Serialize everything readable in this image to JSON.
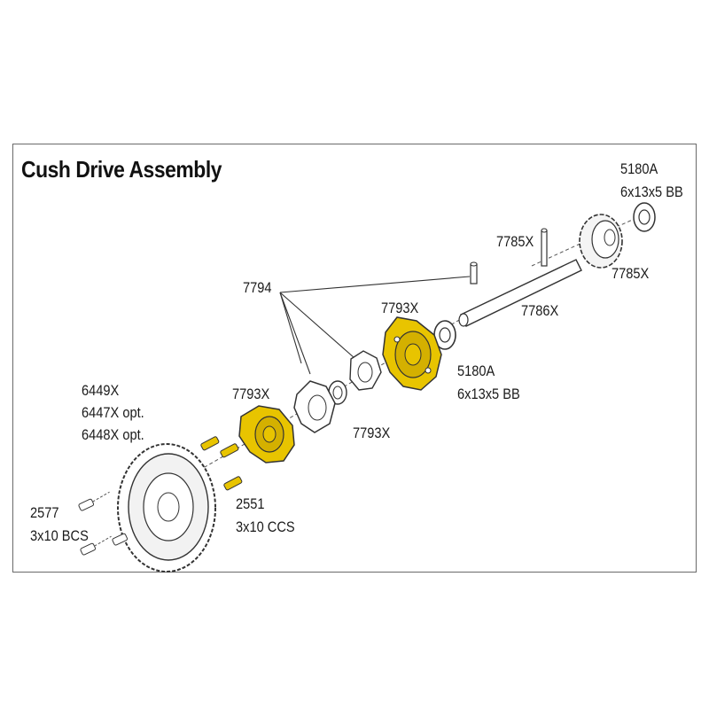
{
  "title": "Cush Drive Assembly",
  "colors": {
    "highlight": "#e8c400",
    "outline": "#333333",
    "frame": "#6a6a6a"
  },
  "labels": {
    "bearing_top_part": "5180A",
    "bearing_top_size": "6x13x5 BB",
    "pin_top": "7785X",
    "gear_right": "7785X",
    "shaft": "7786X",
    "pins_group": "7794",
    "hub_upper": "7793X",
    "bearing_mid_part": "5180A",
    "bearing_mid_size": "6x13x5 BB",
    "hub_lower": "7793X",
    "washer": "7793X",
    "spur_gear_1": "6449X",
    "spur_gear_2": "6447X opt.",
    "spur_gear_3": "6448X opt.",
    "screw_left_part": "2577",
    "screw_left_size": "3x10 BCS",
    "screw_mid_part": "2551",
    "screw_mid_size": "3x10 CCS"
  }
}
